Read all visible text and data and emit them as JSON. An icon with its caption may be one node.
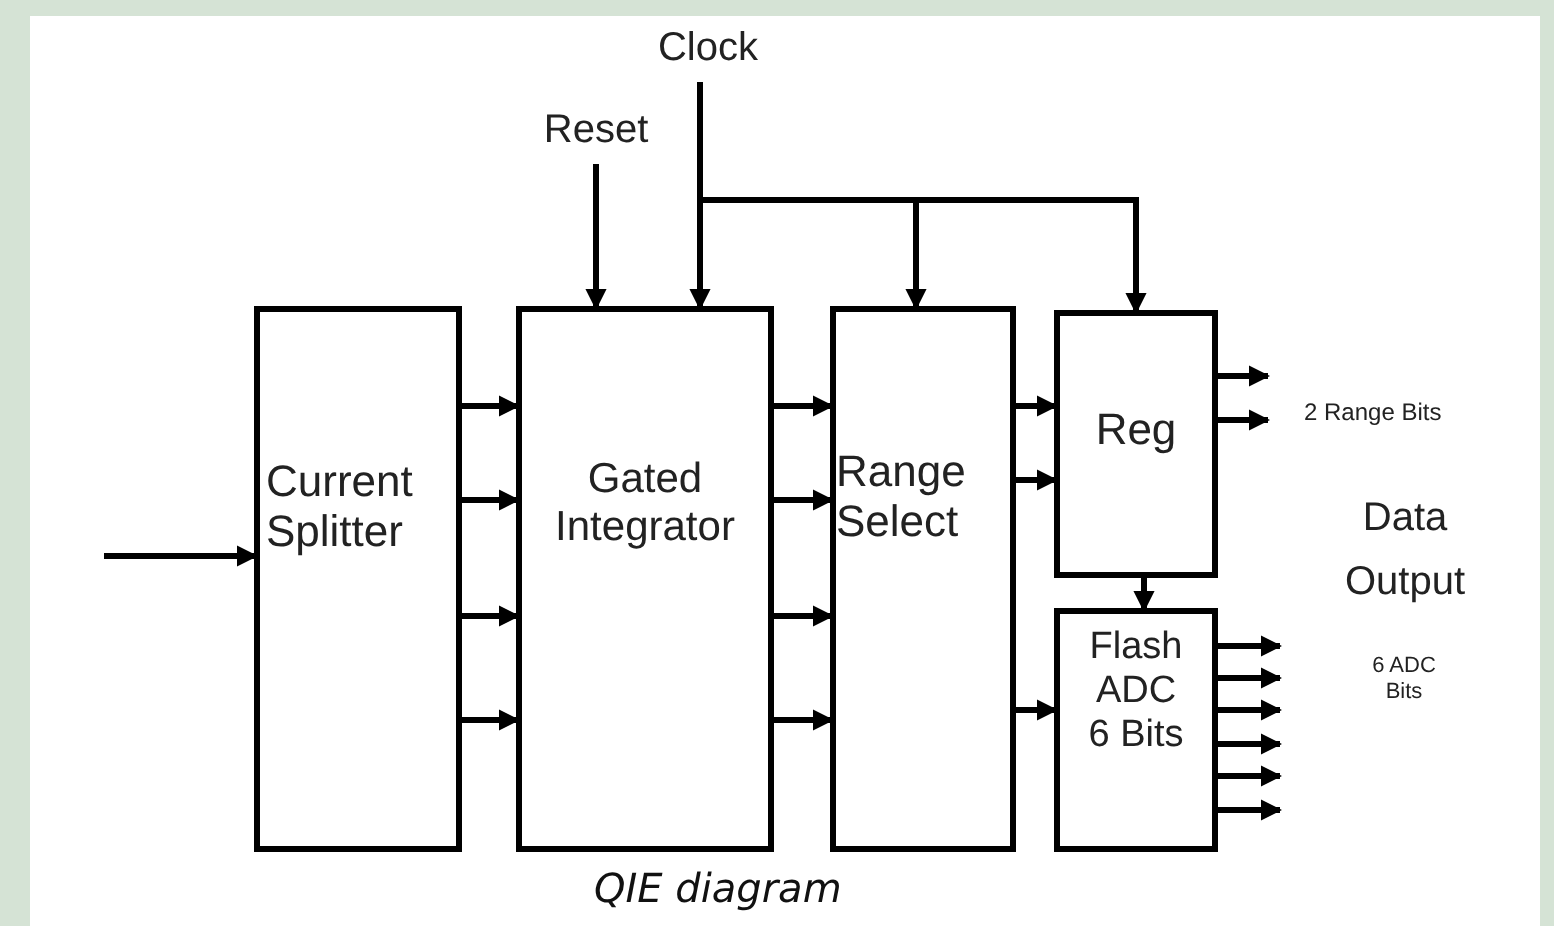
{
  "diagram": {
    "caption": "QIE diagram",
    "nodes": [
      {
        "text": [
          "Current Splitter"
        ]
      },
      {
        "text": [
          "Gated Integrator"
        ]
      },
      {
        "text": [
          "Range Select"
        ]
      },
      {
        "text": [
          "Reg"
        ]
      },
      {
        "text": [
          "Flash ADC 6 Bits"
        ]
      },
      {
        "text": [
          "Reset"
        ]
      },
      {
        "text": [
          "Clock"
        ]
      }
    ],
    "edges": [
      {
        "from": null,
        "to": 0,
        "arrow": "to"
      },
      {
        "from": 0,
        "to": 1,
        "arrow": "to"
      },
      {
        "from": 0,
        "to": 1,
        "arrow": "to"
      },
      {
        "from": 0,
        "to": 1,
        "arrow": "to"
      },
      {
        "from": 0,
        "to": 1,
        "arrow": "to"
      },
      {
        "from": 1,
        "to": 2,
        "arrow": "to"
      },
      {
        "from": 1,
        "to": 2,
        "arrow": "to"
      },
      {
        "from": 1,
        "to": 2,
        "arrow": "to"
      },
      {
        "from": 1,
        "to": 2,
        "arrow": "to"
      },
      {
        "from": 2,
        "to": 3,
        "arrow": "to"
      },
      {
        "from": 2,
        "to": 3,
        "arrow": "to"
      },
      {
        "from": 2,
        "to": 4,
        "arrow": "to"
      },
      {
        "from": 3,
        "to": 4,
        "arrow": "to"
      },
      {
        "from": 5,
        "to": 1,
        "arrow": "to"
      },
      {
        "from": 6,
        "to": 1,
        "arrow": "to"
      },
      {
        "from": 6,
        "to": 2,
        "arrow": "to"
      },
      {
        "from": 6,
        "to": 3,
        "arrow": "to"
      },
      {
        "from": 3,
        "to": null,
        "arrow": "to"
      },
      {
        "from": 3,
        "to": null,
        "arrow": "to"
      },
      {
        "from": 4,
        "to": null,
        "arrow": "to"
      },
      {
        "from": 4,
        "to": null,
        "arrow": "to"
      },
      {
        "from": 4,
        "to": null,
        "arrow": "to"
      },
      {
        "from": 4,
        "to": null,
        "arrow": "to"
      },
      {
        "from": 4,
        "to": null,
        "arrow": "to"
      },
      {
        "from": 4,
        "to": null,
        "arrow": "to"
      }
    ],
    "labels": [
      "2 Range Bits",
      "Data Output",
      "6 ADC Bits"
    ]
  }
}
